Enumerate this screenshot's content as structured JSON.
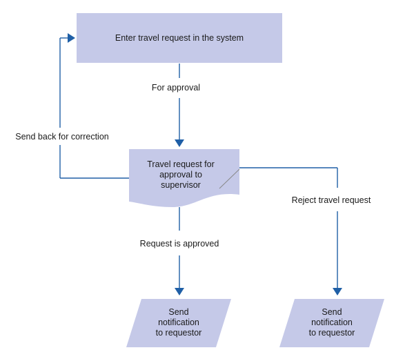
{
  "nodes": {
    "enter": {
      "text": "Enter travel request in the system"
    },
    "request_doc": {
      "lines": [
        "Travel request for",
        "approval to",
        "supervisor"
      ]
    },
    "notify_left": {
      "lines": [
        "Send",
        "notification",
        "to requestor"
      ]
    },
    "notify_right": {
      "lines": [
        "Send",
        "notification",
        "to requestor"
      ]
    }
  },
  "edges": {
    "for_approval": "For approval",
    "send_back": "Send back for correction",
    "approved": "Request is approved",
    "reject": "Reject travel request"
  },
  "colors": {
    "shape_fill": "#c5c9e8",
    "connector": "#1f5fa6"
  }
}
